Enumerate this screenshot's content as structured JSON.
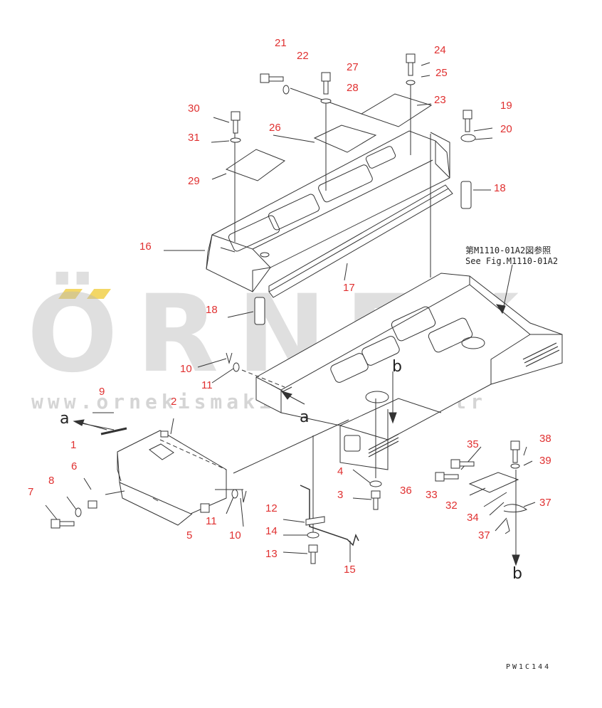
{
  "watermark": {
    "logo": "ÖRNEK",
    "url": "www.ornekismakinalari.com.tr",
    "accent_color": "#f3d766",
    "grey_color": "#b9b9b9"
  },
  "reference_note": {
    "line_jp": "第M1110-01A2図参照",
    "line_en": "See Fig.M1110-01A2"
  },
  "drawing_code": "PW1C144",
  "view_letters": {
    "a_left": "a",
    "a_mid": "a",
    "b_top": "b",
    "b_bottom": "b"
  },
  "callout_color": "#e03030",
  "callouts": {
    "c1": "1",
    "c2": "2",
    "c3": "3",
    "c4": "4",
    "c5": "5",
    "c6": "6",
    "c7": "7",
    "c8": "8",
    "c9": "9",
    "c10a": "10",
    "c10b": "10",
    "c11a": "11",
    "c11b": "11",
    "c12": "12",
    "c13": "13",
    "c14": "14",
    "c15": "15",
    "c16": "16",
    "c17": "17",
    "c18a": "18",
    "c18b": "18",
    "c19": "19",
    "c20": "20",
    "c21": "21",
    "c22": "22",
    "c23": "23",
    "c24": "24",
    "c25": "25",
    "c26": "26",
    "c27": "27",
    "c28": "28",
    "c29": "29",
    "c30": "30",
    "c31": "31",
    "c32": "32",
    "c33": "33",
    "c34": "34",
    "c35": "35",
    "c36": "36",
    "c37a": "37",
    "c37b": "37",
    "c38": "38",
    "c39": "39"
  }
}
